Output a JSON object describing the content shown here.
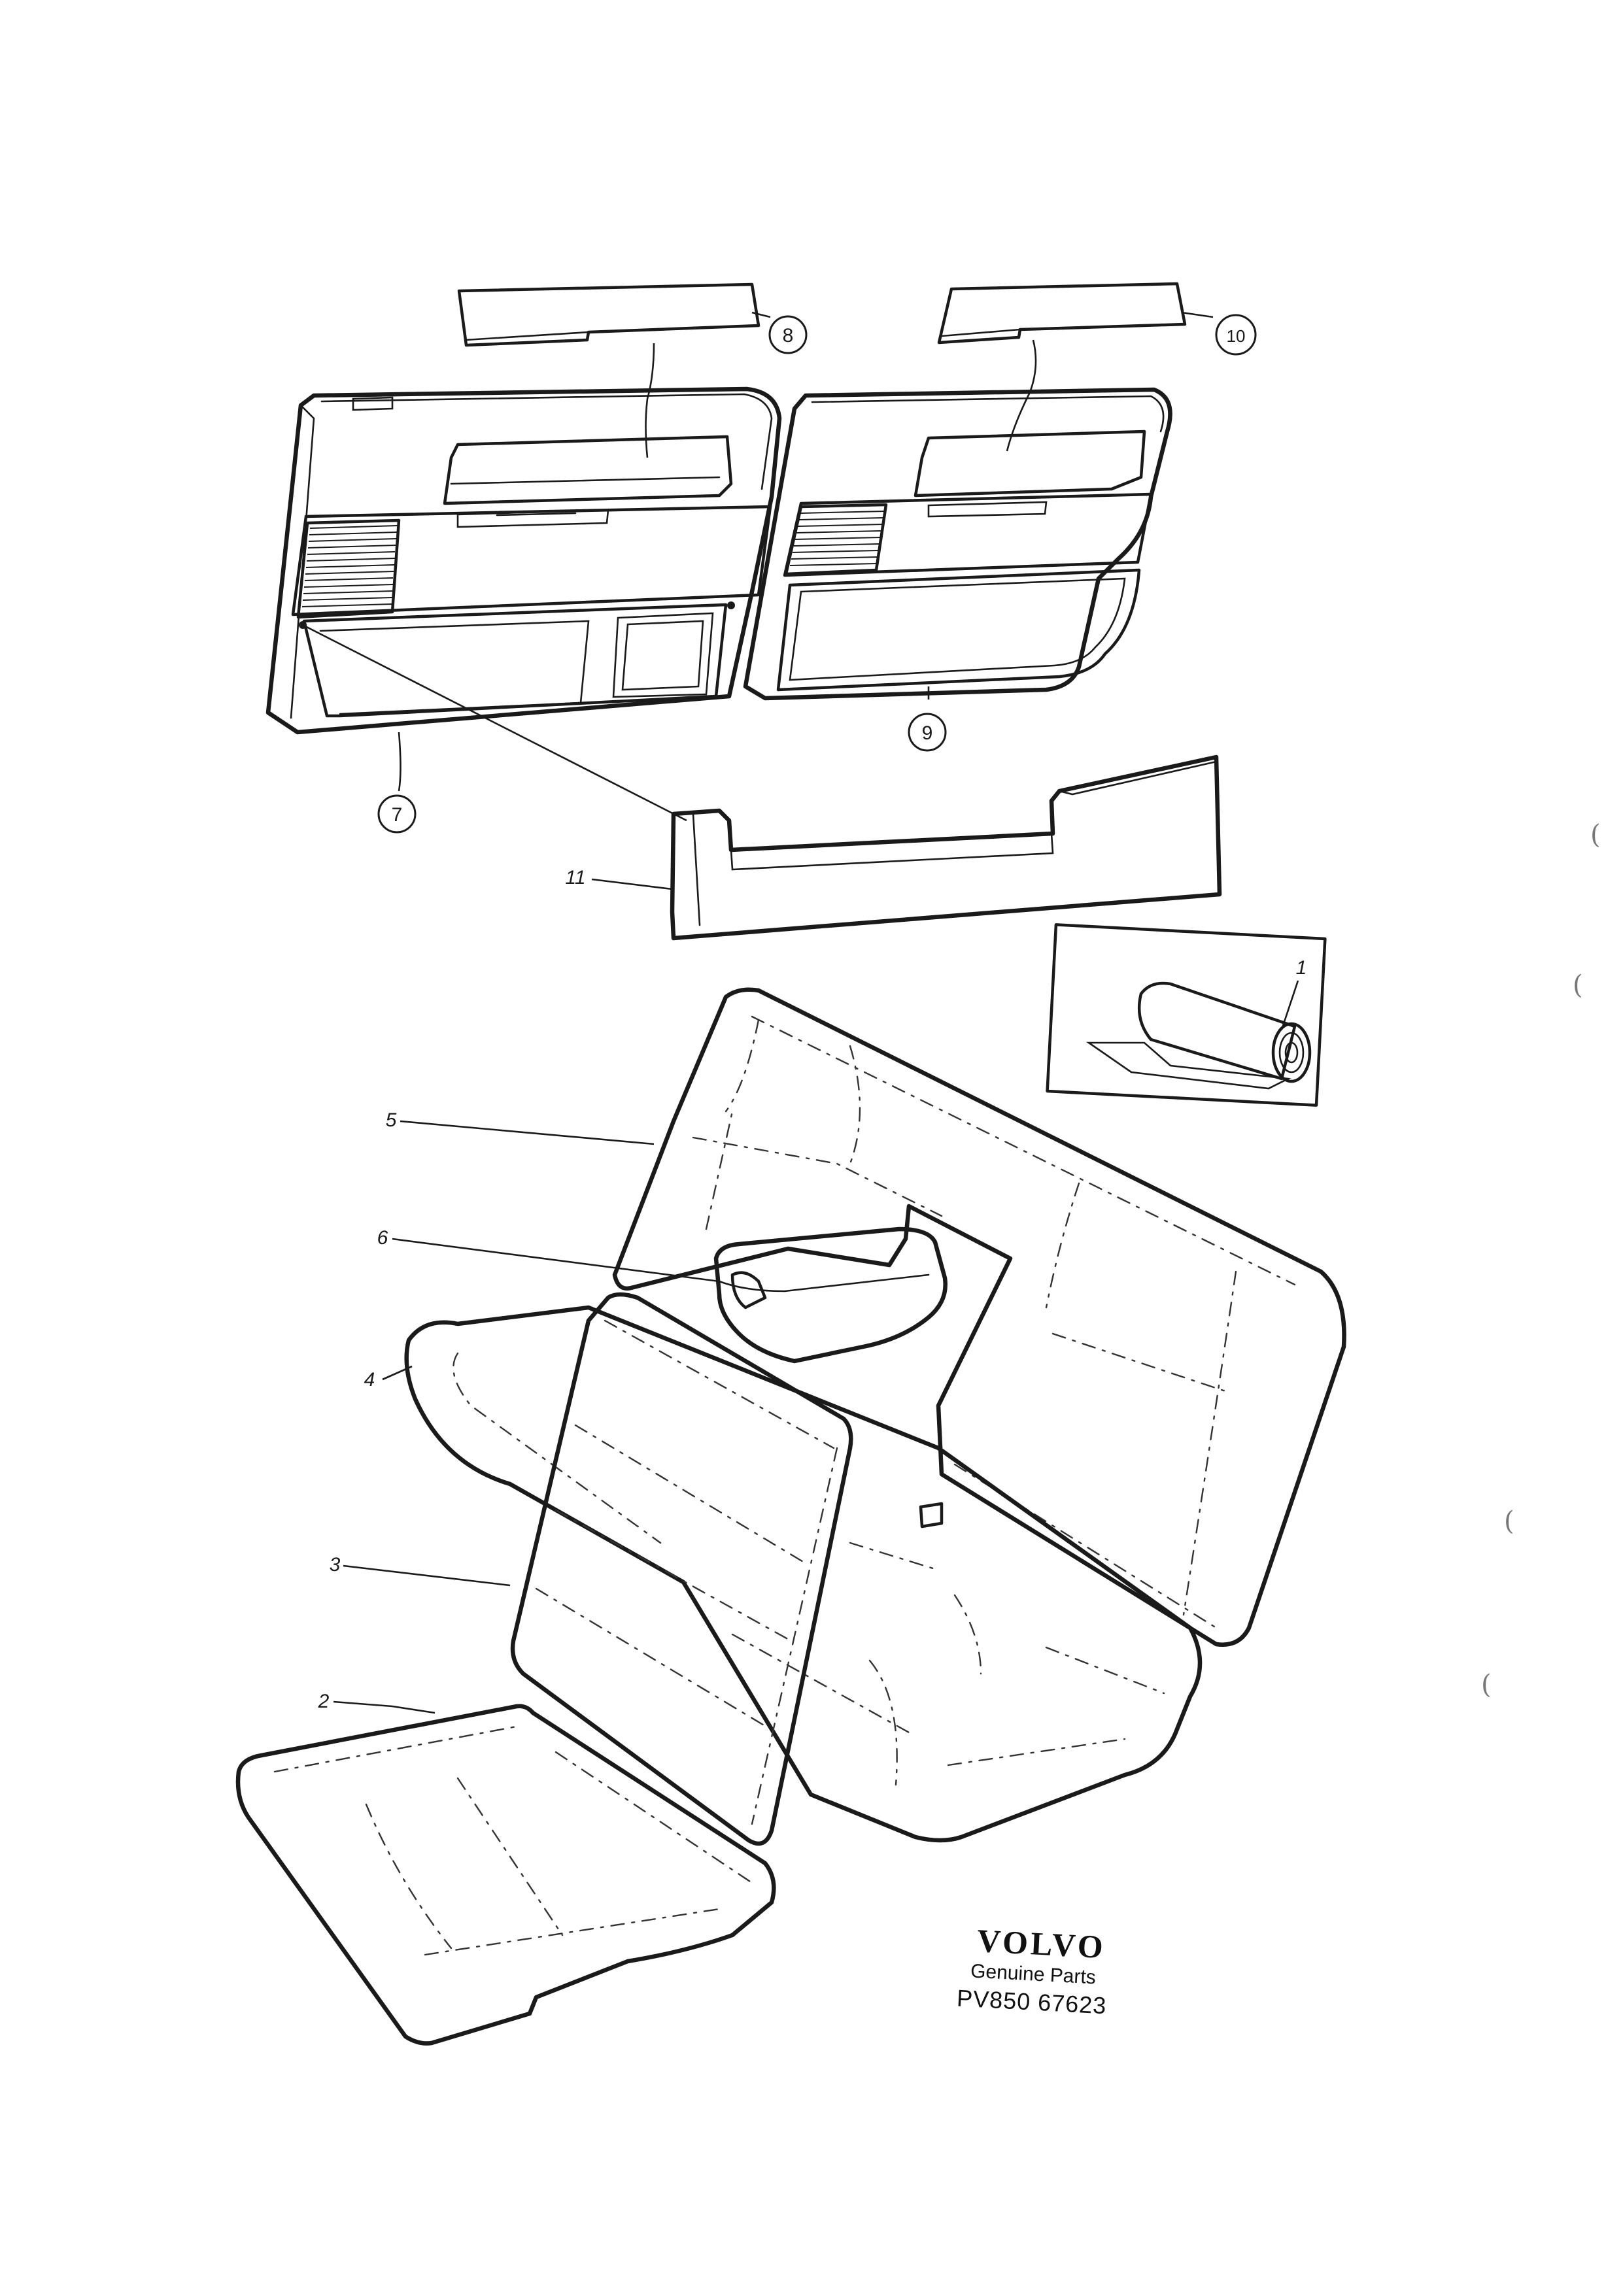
{
  "callouts": [
    {
      "id": "1",
      "label": "1"
    },
    {
      "id": "2",
      "label": "2"
    },
    {
      "id": "3",
      "label": "3"
    },
    {
      "id": "4",
      "label": "4"
    },
    {
      "id": "5",
      "label": "5"
    },
    {
      "id": "6",
      "label": "6"
    },
    {
      "id": "7",
      "label": "7"
    },
    {
      "id": "8",
      "label": "8"
    },
    {
      "id": "9",
      "label": "9"
    },
    {
      "id": "10",
      "label": "10"
    },
    {
      "id": "11",
      "label": "11"
    }
  ],
  "footer": {
    "brand": "VOLVO",
    "subtitle": "Genuine Parts",
    "code": "PV850 67623"
  },
  "margin_marks": [
    "(",
    "(",
    "(",
    "("
  ]
}
